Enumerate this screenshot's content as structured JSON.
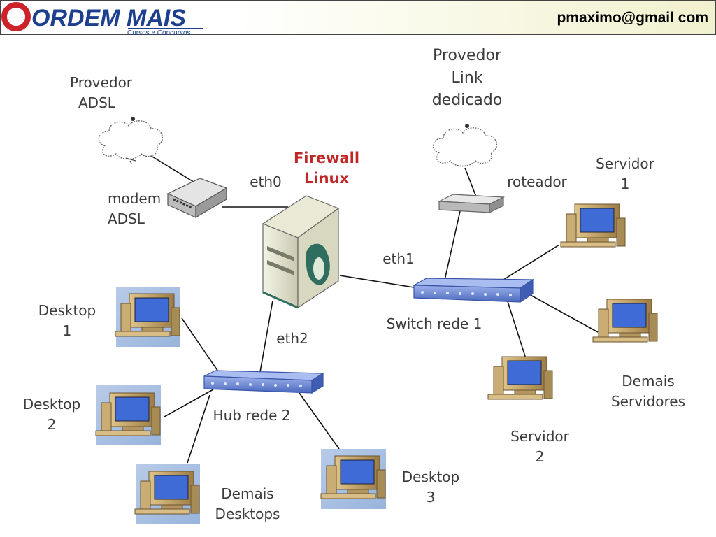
{
  "header": {
    "logo_text": "ORDEM MAIS",
    "logo_subtitle": "Cursos e Concursos",
    "email": "pmaximo@gmail com"
  },
  "labels": {
    "provedor_adsl": [
      "Provedor",
      "ADSL"
    ],
    "provedor_link": [
      "Provedor",
      "Link",
      "dedicado"
    ],
    "firewall": [
      "Firewall",
      "Linux"
    ],
    "modem": [
      "modem",
      "ADSL"
    ],
    "eth0": "eth0",
    "eth1": "eth1",
    "eth2": "eth2",
    "roteador": "roteador",
    "switch": "Switch rede 1",
    "hub": "Hub rede 2",
    "servidor1": [
      "Servidor",
      "1"
    ],
    "servidor2": [
      "Servidor",
      "2"
    ],
    "demais_servidores": [
      "Demais",
      "Servidores"
    ],
    "desktop1": [
      "Desktop",
      "1"
    ],
    "desktop2": [
      "Desktop",
      "2"
    ],
    "desktop3": [
      "Desktop",
      "3"
    ],
    "demais_desktops": [
      "Demais",
      "Desktops"
    ]
  },
  "colors": {
    "logo_red": "#cc2229",
    "logo_blue": "#1d3f8f",
    "firewall_red": "#c02828",
    "device_blue": "#5b79c9",
    "monitor_screen": "#3f6bd6"
  }
}
